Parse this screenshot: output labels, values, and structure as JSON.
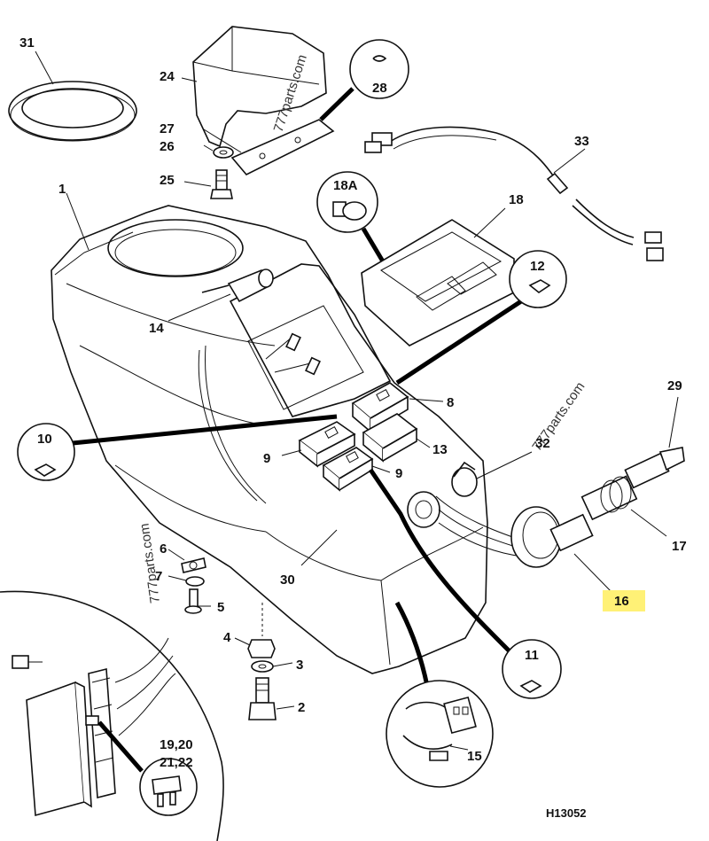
{
  "diagram": {
    "drawing_number": "H13052",
    "watermark": "777parts.com",
    "highlighted_part": "16",
    "part_labels": {
      "p1": "1",
      "p2": "2",
      "p3": "3",
      "p4": "4",
      "p5": "5",
      "p6": "6",
      "p7": "7",
      "p8": "8",
      "p9a": "9",
      "p9b": "9",
      "p10": "10",
      "p11": "11",
      "p12": "12",
      "p13": "13",
      "p14": "14",
      "p15": "15",
      "p16": "16",
      "p17": "17",
      "p18": "18",
      "p18a": "18A",
      "p19_line1": "19,20",
      "p19_line2": "21,22",
      "p24": "24",
      "p25": "25",
      "p26": "26",
      "p27": "27",
      "p28": "28",
      "p29": "29",
      "p30": "30",
      "p31": "31",
      "p32": "32",
      "p33": "33"
    }
  }
}
